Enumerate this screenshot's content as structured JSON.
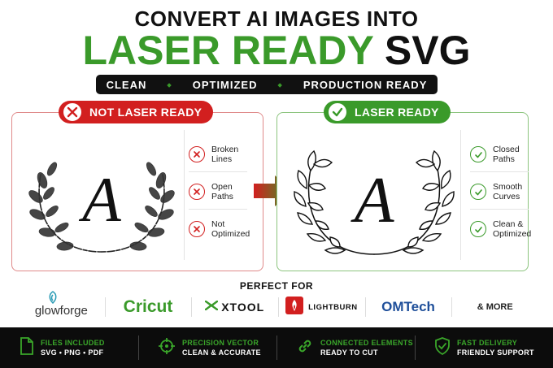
{
  "header": {
    "line1": "CONVERT AI IMAGES INTO",
    "line2_green": "LASER READY",
    "line2_black": "SVG"
  },
  "pillbar": {
    "items": [
      "CLEAN",
      "OPTIMIZED",
      "PRODUCTION READY"
    ]
  },
  "comparison": {
    "bad": {
      "label": "NOT LASER READY",
      "letter": "A",
      "features": [
        "Broken Lines",
        "Open Paths",
        "Not Optimized"
      ]
    },
    "good": {
      "label": "LASER READY",
      "letter": "A",
      "features": [
        "Closed Paths",
        "Smooth Curves",
        "Clean & Optimized"
      ]
    }
  },
  "compat": {
    "title": "PERFECT FOR",
    "brands": [
      "glowforge",
      "Cricut",
      "XTOOL",
      "LIGHTBURN",
      "OMTech",
      "& MORE"
    ]
  },
  "footer": {
    "items": [
      {
        "title": "FILES INCLUDED",
        "sub": "SVG • PNG • PDF",
        "icon": "file-icon"
      },
      {
        "title": "PRECISION VECTOR",
        "sub": "CLEAN & ACCURATE",
        "icon": "crosshair-icon"
      },
      {
        "title": "CONNECTED ELEMENTS",
        "sub": "READY TO CUT",
        "icon": "chain-link-icon"
      },
      {
        "title": "FAST DELIVERY",
        "sub": "FRIENDLY SUPPORT",
        "icon": "shield-check-icon"
      }
    ]
  },
  "colors": {
    "green": "#3a9a2a",
    "red": "#d21f1f",
    "dark": "#111111",
    "omtech_blue": "#1f4f9a"
  }
}
